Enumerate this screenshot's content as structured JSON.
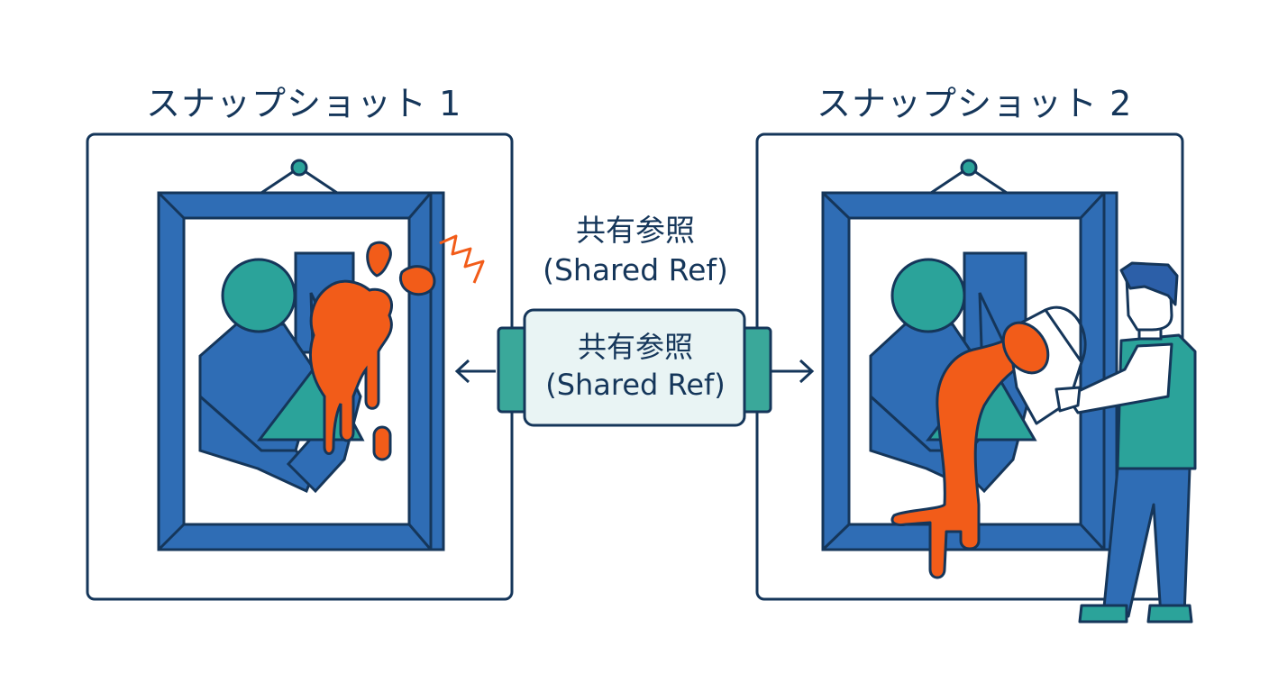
{
  "snapshots": [
    {
      "title": "スナップショット 1"
    },
    {
      "title": "スナップショット 2"
    }
  ],
  "shared_ref": {
    "label_jp": "共有参照",
    "label_en": "(Shared Ref)"
  },
  "colors": {
    "outline": "#15365a",
    "frame_blue": "#2f6db5",
    "teal": "#2ba39a",
    "paint_orange": "#f25c19",
    "connector_fill": "#e9f4f4",
    "connector_cap": "#3aa89a"
  },
  "icons": {
    "left_arrow": "arrow-left-icon",
    "right_arrow": "arrow-right-icon",
    "person": "person-icon",
    "bucket": "paint-bucket-icon"
  }
}
